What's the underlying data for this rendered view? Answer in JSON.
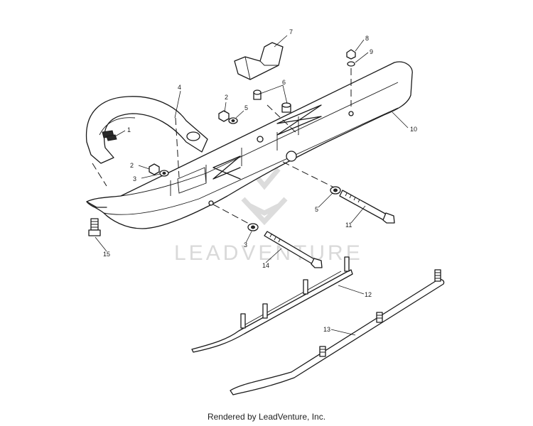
{
  "watermark": {
    "text": "LEADVENTURE"
  },
  "callouts": {
    "c1": "1",
    "c2a": "2",
    "c2b": "2",
    "c3a": "3",
    "c3b": "3",
    "c4": "4",
    "c5a": "5",
    "c5b": "5",
    "c6": "6",
    "c7": "7",
    "c8": "8",
    "c9": "9",
    "c10": "10",
    "c11": "11",
    "c12": "12",
    "c13": "13",
    "c14": "14",
    "c15": "15"
  },
  "footer": {
    "text": "Rendered by LeadVenture, Inc."
  }
}
